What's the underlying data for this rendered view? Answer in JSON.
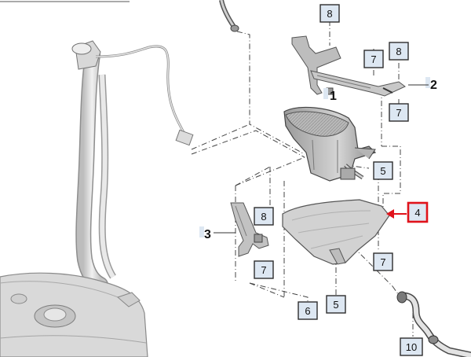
{
  "callouts": {
    "c1": "1",
    "c2": "2",
    "c3": "3",
    "c4": "4",
    "c5a": "5",
    "c5b": "5",
    "c6": "6",
    "c7a": "7",
    "c7b": "7",
    "c7c": "7",
    "c7d": "7",
    "c8a": "8",
    "c8b": "8",
    "c8c": "8",
    "c10": "10"
  },
  "colors": {
    "highlight": "#e0131b",
    "callout_fill": "#dde7f2",
    "part_gray": "#c9c9c9"
  }
}
